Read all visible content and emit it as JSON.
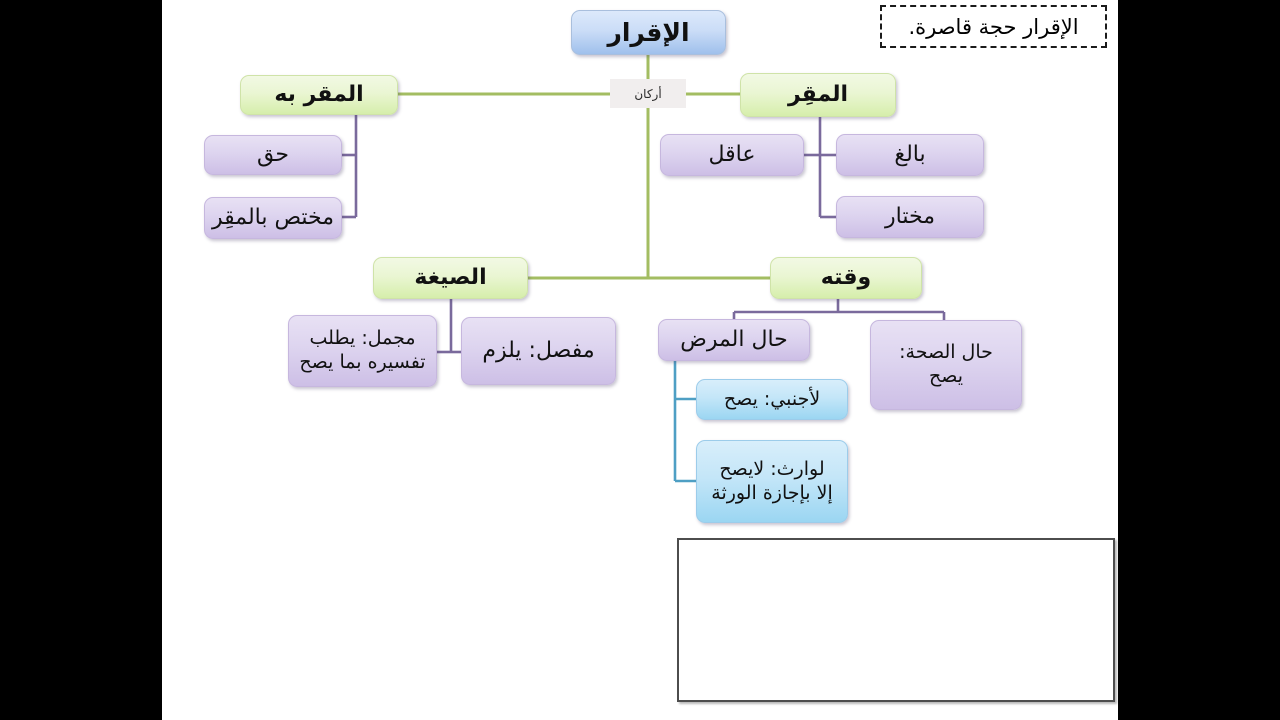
{
  "slide": {
    "canvas_background": "#ffffff",
    "letterbox_background": "#000000",
    "caption": "الإقرار حجة قاصرة.",
    "connector_label": "أركان"
  },
  "colors": {
    "root_fill": "#cbddf7",
    "level1_fill": "#eaf6d3",
    "level2_fill": "#ddd4ef",
    "level3_fill": "#c4e6f8",
    "green_connector": "#a3bd62",
    "purple_connector": "#7a6a9c",
    "blue_connector": "#4e9fc4",
    "label_fill": "#f1eeee",
    "text": "#111111"
  },
  "diagram": {
    "type": "tree",
    "root": {
      "label": "الإقرار",
      "level": "root"
    },
    "branches": [
      {
        "label": "المقر به",
        "level": 1,
        "children": [
          {
            "label": "حق",
            "level": 2
          },
          {
            "label": "مختص بالمقِر",
            "level": 2
          }
        ]
      },
      {
        "label": "المقِر",
        "level": 1,
        "children": [
          {
            "label": "عاقل",
            "level": 2
          },
          {
            "label": "بالغ",
            "level": 2
          },
          {
            "label": "مختار",
            "level": 2
          }
        ]
      },
      {
        "label": "الصيغة",
        "level": 1,
        "children": [
          {
            "label": "مجمل: يطلب\nتفسيره بما يصح",
            "level": 2
          },
          {
            "label": "مفصل: يلزم",
            "level": 2
          }
        ]
      },
      {
        "label": "وقته",
        "level": 1,
        "children": [
          {
            "label": "حال المرض",
            "level": 2,
            "children": [
              {
                "label": "لأجنبي: يصح",
                "level": 3
              },
              {
                "label": "لوارث: لايصح\nإلا بإجازة الورثة",
                "level": 3
              }
            ]
          },
          {
            "label": "حال الصحة:\nيصح",
            "level": 2
          }
        ]
      }
    ]
  },
  "nodes": {
    "root": "الإقرار",
    "muqarr_bihi": "المقر به",
    "haqq": "حق",
    "mukhtass": "مختص بالمقِر",
    "muqirr": "المقِر",
    "aaqil": "عاقل",
    "baligh": "بالغ",
    "mukhtar": "مختار",
    "sigha": "الصيغة",
    "mujmal": "مجمل: يطلب\nتفسيره بما يصح",
    "mufassal": "مفصل: يلزم",
    "waqtuh": "وقته",
    "hal_al_marad": "حال المرض",
    "li_ajnabi": "لأجنبي: يصح",
    "li_warith": "لوارث: لايصح\nإلا بإجازة الورثة",
    "hal_as_sihha": "حال الصحة:\nيصح"
  }
}
